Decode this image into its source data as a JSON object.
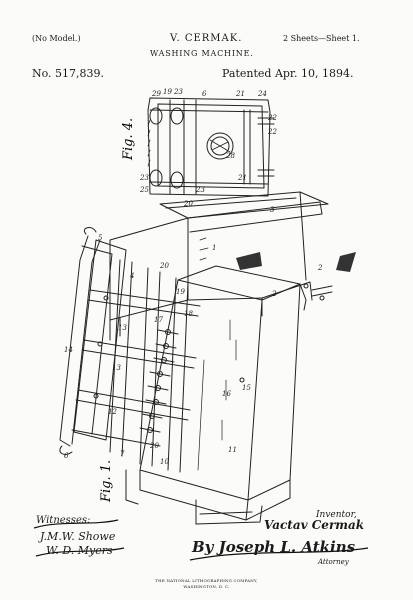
{
  "header": {
    "model": "(No Model.)",
    "inventor": "V. CERMAK.",
    "sheets": "2 Sheets—Sheet 1.",
    "title": "WASHING MACHINE.",
    "patent_number": "No. 517,839.",
    "patented_date": "Patented Apr. 10, 1894."
  },
  "figures": {
    "fig4": "Fig. 4.",
    "fig1": "Fig. 1."
  },
  "labels": {
    "fig4_refs": [
      "29",
      "19",
      "23",
      "6",
      "21",
      "24",
      "22",
      "22",
      "21",
      "23",
      "25",
      "20",
      "28",
      "23"
    ],
    "fig1_refs": [
      "1",
      "2",
      "2",
      "3",
      "15",
      "16",
      "10",
      "11",
      "13",
      "13",
      "12",
      "14",
      "17",
      "18",
      "20",
      "20",
      "19",
      "5",
      "4",
      "6",
      "7"
    ]
  },
  "signatures": {
    "witnesses_label": "Witnesses:",
    "witness_1": "J.M.W. Showe",
    "witness_2": "W. D. Myers",
    "inventor_label": "Inventor,",
    "inventor_signature": "Vactav Cermak",
    "attorney_by": "By Joseph L. Atkins",
    "attorney_suffix": "Attorney"
  },
  "footer": {
    "line_1": "THE NATIONAL LITHOGRAPHING COMPANY,",
    "line_2": "WASHINGTON, D. C."
  }
}
